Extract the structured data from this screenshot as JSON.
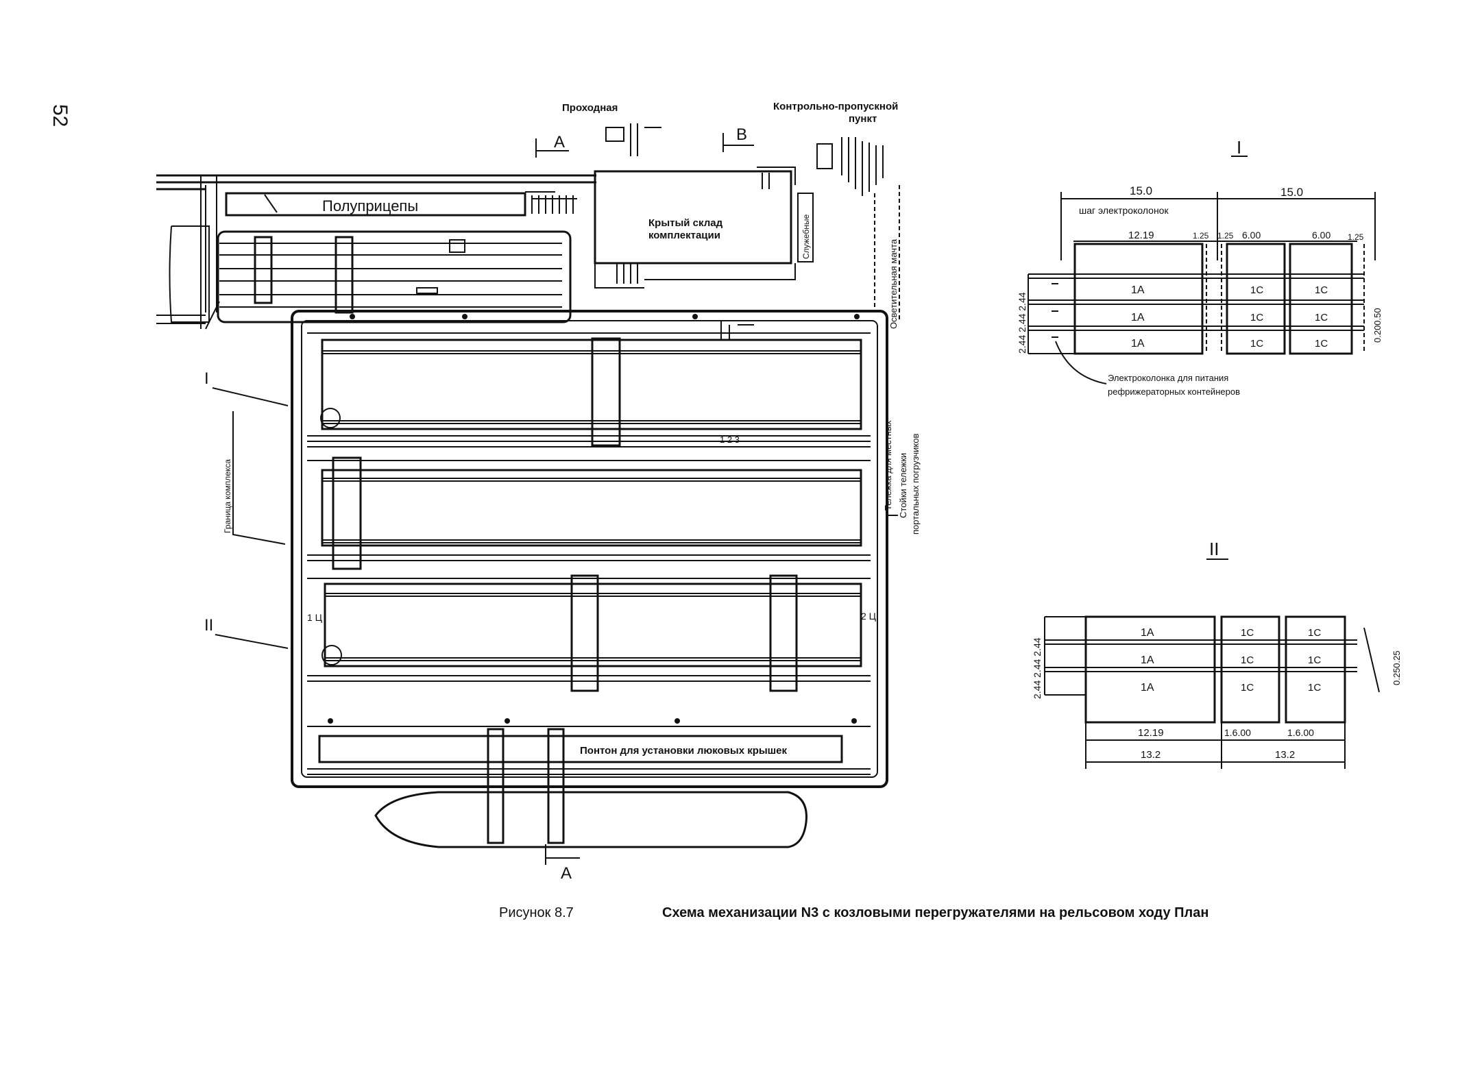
{
  "page_number": "52",
  "plan": {
    "label_prokhodnaya": "Проходная",
    "label_kpp_line1": "Контрольно-пропускной",
    "label_kpp_line2": "пункт",
    "section_a_top": "А",
    "section_b_top": "В",
    "section_a_bottom": "А",
    "label_semitrailers": "Полуприцепы",
    "label_warehouse_line1": "Крытый склад",
    "label_warehouse_line2": "комплектации",
    "label_service_vert": "Служебные",
    "label_parking_vert": "Осветительная мачта",
    "label_cabin_vert": "Тележка для местных",
    "label_right_vert_line1": "Стойки тележки",
    "label_right_vert_line2": "портальных погрузчиков",
    "label_pontoon": "Понтон для установки люковых крышек",
    "callout_I": "I",
    "callout_II": "II",
    "mark_left": "1 Ц",
    "mark_right": "2 Ц",
    "mark_mid": "1 2 3"
  },
  "detail_I": {
    "title": "I",
    "dim_left_top": "15.0",
    "dim_right_top": "15.0",
    "step_label": "шаг электроколонок",
    "dim_1219": "12.19",
    "dim_125a": "1.25",
    "dim_125b": "1.25",
    "dim_600a": "6.00",
    "dim_600b": "6.00",
    "dim_125c": "1.25",
    "side_dims": "2.44 2.44 2.44",
    "right_dim": "0.200.50",
    "row_labels": [
      "1А",
      "1А",
      "1А"
    ],
    "cells_c": [
      "1С",
      "1С",
      "1С",
      "1С",
      "1С",
      "1С"
    ],
    "note_line1": "Электроколонка для питания",
    "note_line2": "рефрижераторных контейнеров"
  },
  "detail_II": {
    "title": "II",
    "side_dims": "2.44 2.44 2.44",
    "right_dim": "0.250.25",
    "row_labels": [
      "1А",
      "1А",
      "1А"
    ],
    "cells_c": [
      "1С",
      "1С",
      "1С",
      "1С",
      "1С",
      "1С"
    ],
    "dim_1219": "12.19",
    "dim_600a": "1.6.00",
    "dim_600b": "1.6.00",
    "dim_132a": "13.2",
    "dim_132b": "13.2"
  },
  "caption": {
    "figure": "Рисунок 8.7",
    "text": "Схема механизации N3 с козловыми перегружателями на рельсовом ходу План"
  }
}
